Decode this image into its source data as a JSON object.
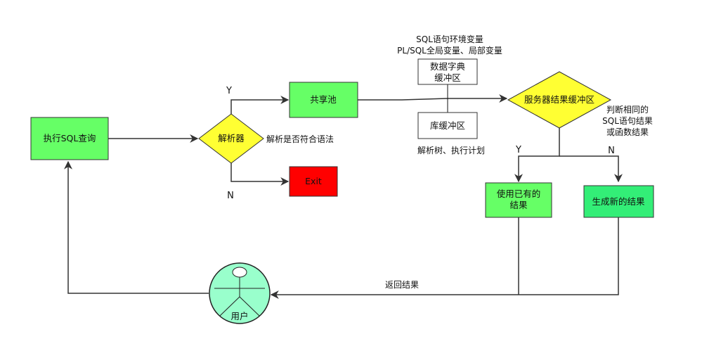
{
  "colors": {
    "process_green": "#66FF66",
    "decision_yellow": "#FFFF33",
    "exit_red": "#FF0000",
    "result_green": "#33EE77",
    "user_green": "#99FFCC",
    "line": "#333333"
  },
  "nodes": {
    "execute_sql": "执行SQL查询",
    "parser": "解析器",
    "shared_pool": "共享池",
    "exit": "Exit",
    "data_dict_line1": "数据字典",
    "data_dict_line2": "缓冲区",
    "lib_cache": "库缓冲区",
    "server_cache": "服务器结果缓冲区",
    "use_existing_line1": "使用已有的",
    "use_existing_line2": "结果",
    "generate_new": "生成新的结果",
    "user": "用户"
  },
  "labels": {
    "parser_yes": "Y",
    "parser_no": "N",
    "parser_note": "解析是否符合语法",
    "sql_env_line1": "SQL语句环境变量",
    "sql_env_line2": "PL/SQL全局变量、局部变量",
    "parse_tree": "解析树、执行计划",
    "judge_line1": "判断相同的",
    "judge_line2": "SQL语句结果",
    "judge_line3": "或函数结果",
    "server_yes": "Y",
    "server_no": "N",
    "return_result": "返回结果"
  }
}
